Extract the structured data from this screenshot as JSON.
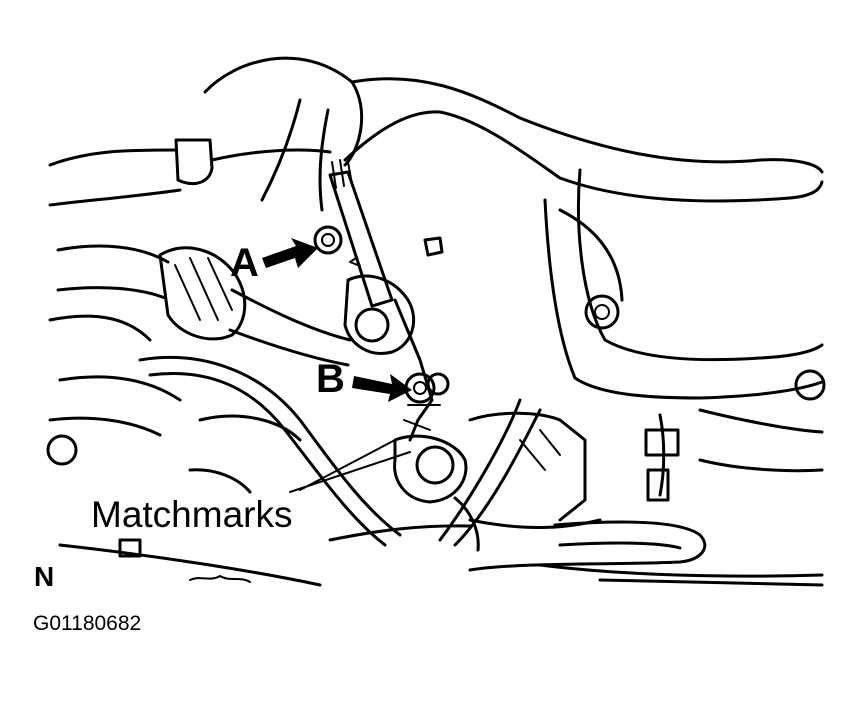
{
  "callouts": {
    "a": "A",
    "b": "B"
  },
  "matchmarks_label": "Matchmarks",
  "north_label": "N",
  "figure_id": "G01180682",
  "colors": {
    "ink": "#000000",
    "background": "#ffffff"
  }
}
